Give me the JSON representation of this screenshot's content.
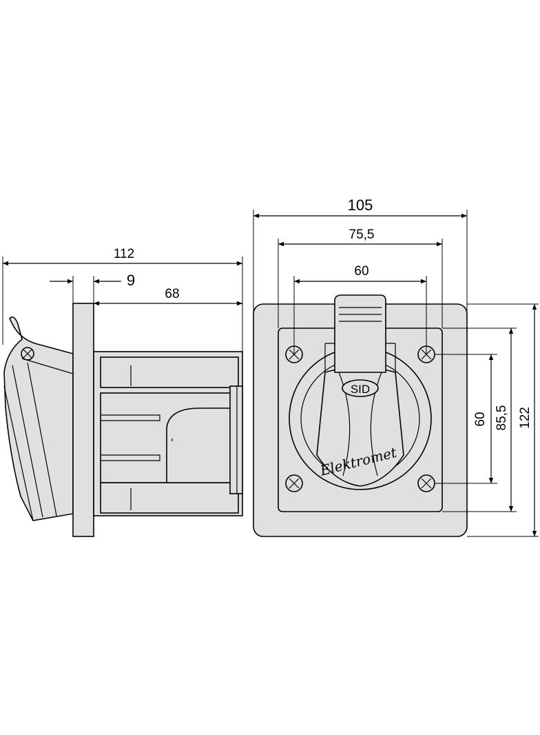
{
  "side_view": {
    "dim_overall_depth": "112",
    "dim_flange_thickness": "9",
    "dim_body_depth": "68"
  },
  "front_view": {
    "dim_overall_width": "105",
    "dim_inner_width": "75,5",
    "dim_hole_spacing_h": "60",
    "dim_hole_spacing_v": "60",
    "dim_inner_height": "85,5",
    "dim_overall_height": "122",
    "badge_text": "SID",
    "brand_text": "Elektromet"
  },
  "colors": {
    "body": "#e0e0e0",
    "line": "#000000",
    "background": "#ffffff"
  }
}
